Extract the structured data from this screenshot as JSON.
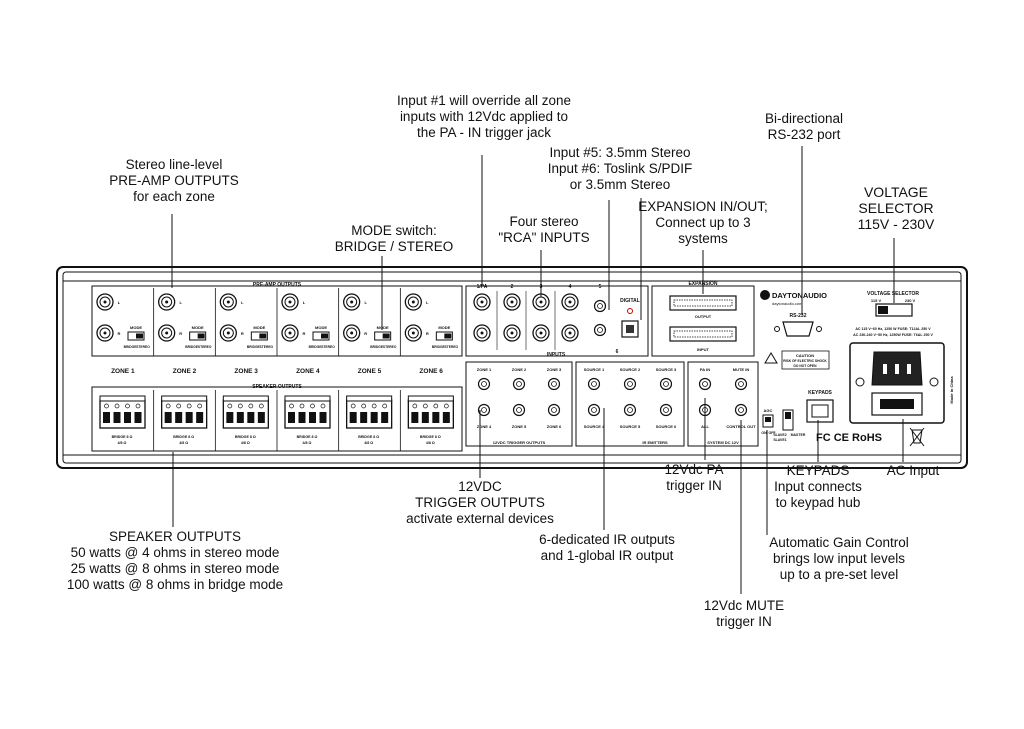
{
  "callouts": {
    "override": "Input #1 will override all zone\ninputs with 12Vdc applied to\nthe PA - IN trigger jack",
    "preamp": "Stereo line-level\nPRE-AMP OUTPUTS\nfor each zone",
    "rs232": "Bi-directional\nRS-232 port",
    "input56": "Input #5: 3.5mm Stereo\nInput #6: Toslink S/PDIF\nor 3.5mm Stereo",
    "voltage": "VOLTAGE\nSELECTOR\n115V - 230V",
    "expansion": "EXPANSION IN/OUT;\nConnect up to 3\nsystems",
    "rca": "Four stereo\n\"RCA\" INPUTS",
    "mode": "MODE switch:\nBRIDGE / STEREO",
    "trigger12": "12VDC\nTRIGGER OUTPUTS\nactivate external devices",
    "pa_in": "12Vdc PA\ntrigger IN",
    "keypads": "KEYPADS\nInput connects\nto keypad hub",
    "ac": "AC Input",
    "speaker": "SPEAKER OUTPUTS\n50 watts @ 4 ohms in stereo mode\n25 watts @ 8 ohms in stereo mode\n100 watts @ 8 ohms in bridge mode",
    "ir": "6-dedicated IR outputs\nand 1-global IR output",
    "agc": "Automatic Gain Control\nbrings low input levels\nup to a pre-set level",
    "mute": "12Vdc MUTE\ntrigger IN"
  },
  "panel": {
    "preamp_outputs": "PRE-AMP OUTPUTS",
    "speaker_outputs": "SPEAKER OUTPUTS",
    "inputs": "INPUTS",
    "digital": "DIGITAL",
    "expansion": "EXPANSION",
    "output": "OUTPUT",
    "input": "INPUT",
    "brand": "DAYTONAUDIO",
    "brand_url": "daytonaudio.com",
    "rs232": "RS-232",
    "voltage_selector": "VOLTAGE SELECTOR",
    "v115": "115 V",
    "v230": "230 V",
    "ac_spec_1": "AC 115 V~60 Hz, 1250 W FUSE: T12AL 250 V",
    "ac_spec_2": "AC 230-240 V~50 Hz, 1250W FUSE: T6AL 250 V",
    "caution": "CAUTION",
    "caution_1": "RISK OF ELECTRIC SHOCK",
    "caution_2": "DO NOT OPEN",
    "keypads": "KEYPADS",
    "made_in": "Made in China",
    "cert": "FC CE RoHS",
    "trigger_outputs": "12VDC TRIGGER OUTPUTS",
    "ir_emitters": "IR EMITTERS",
    "system_dc": "SYSTEM DC 12V",
    "agc": "AGC",
    "on": "ON",
    "off": "OFF",
    "slave2": "SLAVE2",
    "slave1": "SLAVE1",
    "master": "MASTER",
    "mode": "MODE",
    "bridge": "BRIDGE",
    "stereo": "STEREO",
    "l": "L",
    "r": "R",
    "ohm_label": "BRIDGE 8 Ω",
    "ohm_label2": "4/8 Ω",
    "input_nums": [
      "1/PA",
      "2",
      "3",
      "4",
      "5",
      "6"
    ],
    "zones": [
      "ZONE 1",
      "ZONE 2",
      "ZONE 3",
      "ZONE 4",
      "ZONE 5",
      "ZONE 6"
    ],
    "trig_top": [
      "ZONE 1",
      "ZONE 2",
      "ZONE 3"
    ],
    "trig_bottom": [
      "ZONE 4",
      "ZONE 5",
      "ZONE 6"
    ],
    "ir_top": [
      "SOURCE 1",
      "SOURCE 2",
      "SOURCE 3"
    ],
    "ir_bottom": [
      "SOURCE 4",
      "SOURCE 5",
      "SOURCE 6"
    ],
    "sys_top": [
      "PA IN",
      "MUTE IN"
    ],
    "sys_bottom": [
      "ALL",
      "CONTROL OUT"
    ]
  }
}
